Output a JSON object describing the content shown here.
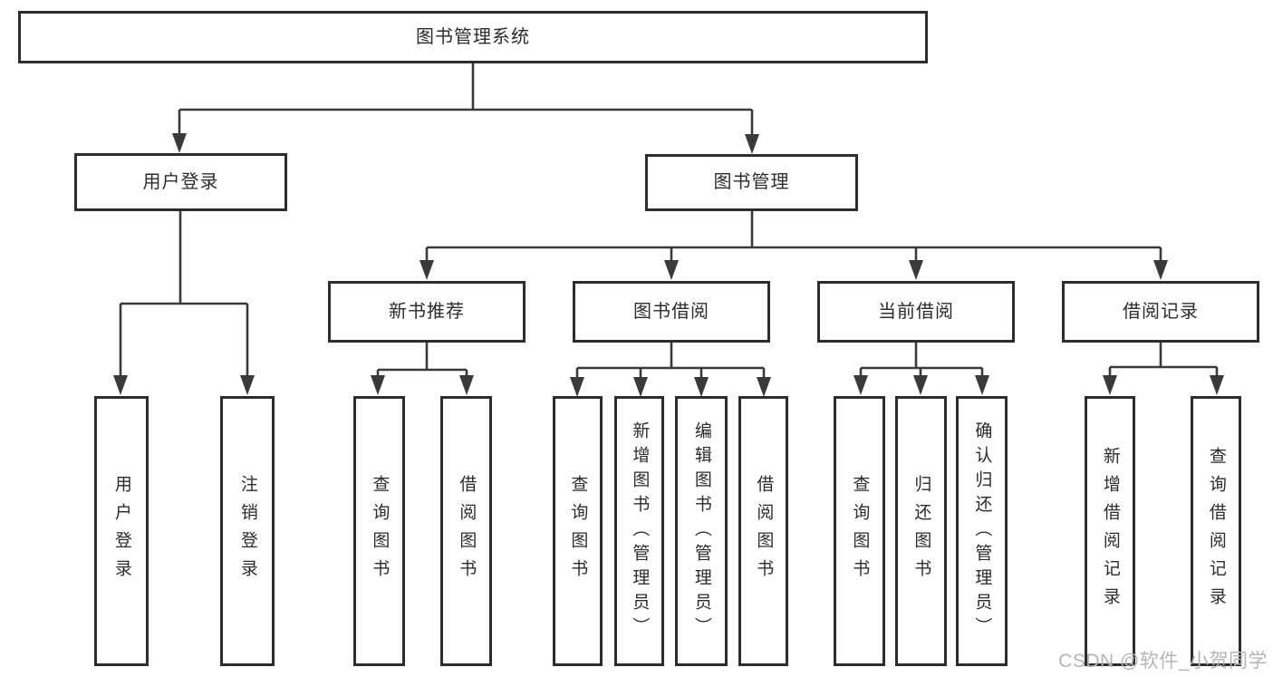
{
  "tree": {
    "root": {
      "label": "图书管理系统"
    },
    "branches": [
      {
        "label": "用户登录",
        "children": [
          {
            "label": "用户登录"
          },
          {
            "label": "注销登录"
          }
        ]
      },
      {
        "label": "图书管理",
        "children": [
          {
            "label": "新书推荐",
            "children": [
              {
                "label": "查询图书"
              },
              {
                "label": "借阅图书"
              }
            ]
          },
          {
            "label": "图书借阅",
            "children": [
              {
                "label": "查询图书"
              },
              {
                "label": "新增图书（管理员）"
              },
              {
                "label": "编辑图书（管理员）"
              },
              {
                "label": "借阅图书"
              }
            ]
          },
          {
            "label": "当前借阅",
            "children": [
              {
                "label": "查询图书"
              },
              {
                "label": "归还图书"
              },
              {
                "label": "确认归还（管理员）"
              }
            ]
          },
          {
            "label": "借阅记录",
            "children": [
              {
                "label": "新增借阅记录"
              },
              {
                "label": "查询借阅记录"
              }
            ]
          }
        ]
      }
    ]
  },
  "watermark": {
    "text": "CSDN @软件_小贺同学"
  },
  "colors": {
    "background": "#ffffff",
    "line": "#3a3a3a",
    "border": "#2d2d2d",
    "text": "#2c2c2c",
    "watermark": "#b5b5b5"
  }
}
